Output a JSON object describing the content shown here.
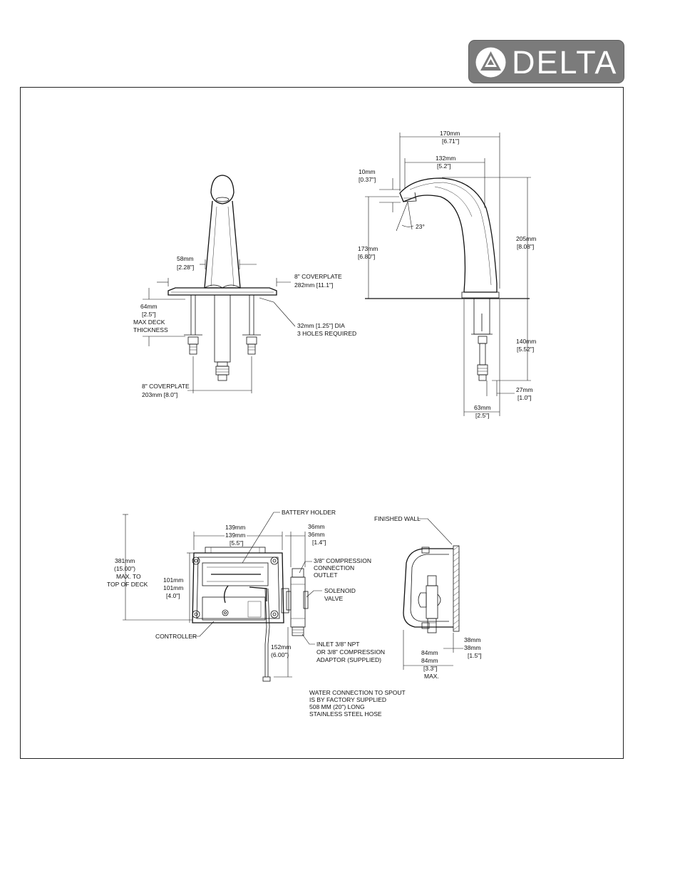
{
  "logo": {
    "text": "DELTA",
    "icon": "delta-triangle-icon",
    "background": "#7b7b7b"
  },
  "front_view": {
    "dim_58": [
      "58mm",
      "[2.28\"]"
    ],
    "coverplate_top": [
      "8\" COVERPLATE",
      "282mm [11.1\"]"
    ],
    "deck": [
      "64mm",
      "[2.5\"]",
      "MAX DECK",
      "THICKNESS"
    ],
    "holes": [
      "32mm [1.25\"] DIA",
      "3 HOLES REQUIRED"
    ],
    "coverplate_bottom": [
      "8\" COVERPLATE",
      "203mm [8.0\"]"
    ]
  },
  "side_view": {
    "dim_170": [
      "170mm",
      "[6.71\"]"
    ],
    "dim_132": [
      "132mm",
      "[5.2\"]"
    ],
    "dim_10": [
      "10mm",
      "[0.37\"]"
    ],
    "angle": "23°",
    "dim_173": [
      "173mm",
      "[6.80\"]"
    ],
    "dim_205": [
      "205mm",
      "[8.08\"]"
    ],
    "dim_140": [
      "140mm",
      "[5.52\"]"
    ],
    "dim_27": [
      "27mm",
      "[1.0\"]"
    ],
    "dim_63": [
      "63mm",
      "[2.5\"]"
    ]
  },
  "control_box": {
    "battery_holder": "BATTERY HOLDER",
    "dim_139": [
      "139mm",
      "139mm",
      "[5.5\"]"
    ],
    "dim_36": [
      "36mm",
      "36mm",
      "[1.4\"]"
    ],
    "compression_outlet": [
      "3/8\" COMPRESSION",
      "CONNECTION",
      "OUTLET"
    ],
    "dim_381": [
      "381mm",
      "(15.00\")",
      "MAX. TO",
      "TOP OF DECK"
    ],
    "dim_101": [
      "101mm",
      "101mm",
      "[4.0\"]"
    ],
    "solenoid": [
      "SOLENOID",
      "VALVE"
    ],
    "controller": "CONTROLLER",
    "dim_152": [
      "152mm",
      "(6.00\")"
    ],
    "inlet": [
      "INLET 3/8\" NPT",
      "OR 3/8\" COMPRESSION",
      "ADAPTOR (SUPPLIED)"
    ]
  },
  "wall_view": {
    "finished_wall": "FINISHED WALL",
    "dim_38": [
      "38mm",
      "38mm",
      "[1.5\"]"
    ],
    "dim_84": [
      "84mm",
      "84mm",
      "[3.3\"]",
      "MAX."
    ]
  },
  "note": [
    "WATER CONNECTION TO SPOUT",
    "IS BY FACTORY SUPPLIED",
    "508 MM (20\") LONG",
    "STAINLESS STEEL HOSE"
  ]
}
